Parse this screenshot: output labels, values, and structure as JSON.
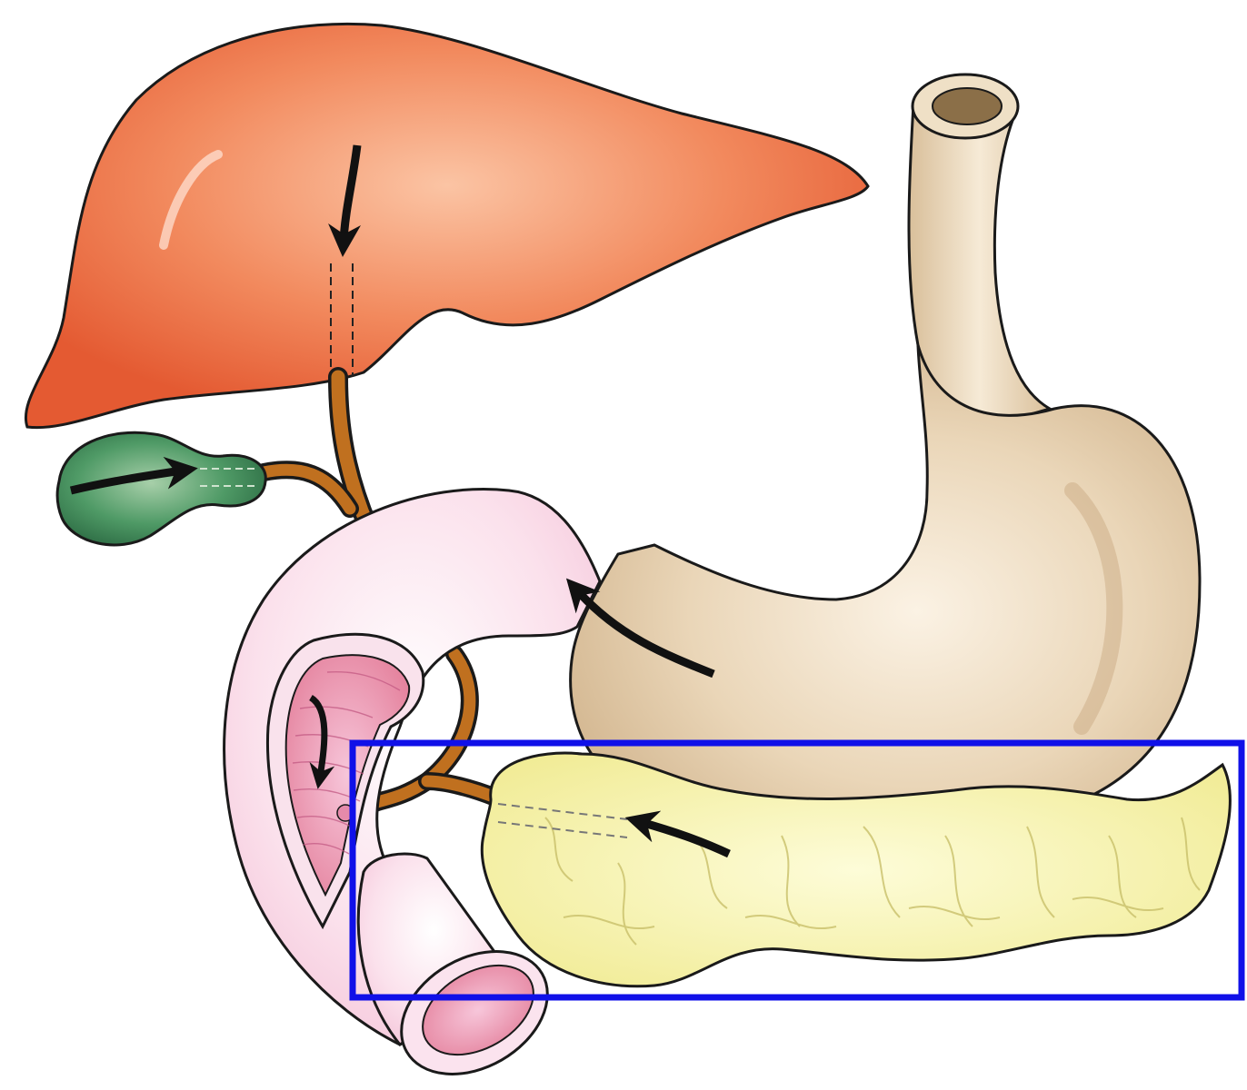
{
  "diagram": {
    "organs": [
      {
        "name": "liver"
      },
      {
        "name": "gallbladder"
      },
      {
        "name": "bile-duct"
      },
      {
        "name": "esophagus"
      },
      {
        "name": "stomach"
      },
      {
        "name": "duodenum"
      },
      {
        "name": "pancreas"
      },
      {
        "name": "pancreatic-duct"
      }
    ],
    "arrows": [
      {
        "name": "liver-to-duct-arrow"
      },
      {
        "name": "gallbladder-arrow"
      },
      {
        "name": "stomach-to-duodenum-arrow"
      },
      {
        "name": "pancreas-to-duct-arrow"
      },
      {
        "name": "duodenum-inner-arrow"
      }
    ],
    "highlight": {
      "name": "pancreas-highlight-box",
      "color": "#1010e8"
    },
    "colors": {
      "liver": "#ef6e45",
      "gallbladder": "#3f8a5a",
      "duct": "#b8651a",
      "stomach": "#e6cfae",
      "duodenum": "#f9d5e4",
      "duodenum_lumen": "#e98fb6",
      "pancreas": "#f4f0a0",
      "outline": "#1a1a1a"
    }
  }
}
